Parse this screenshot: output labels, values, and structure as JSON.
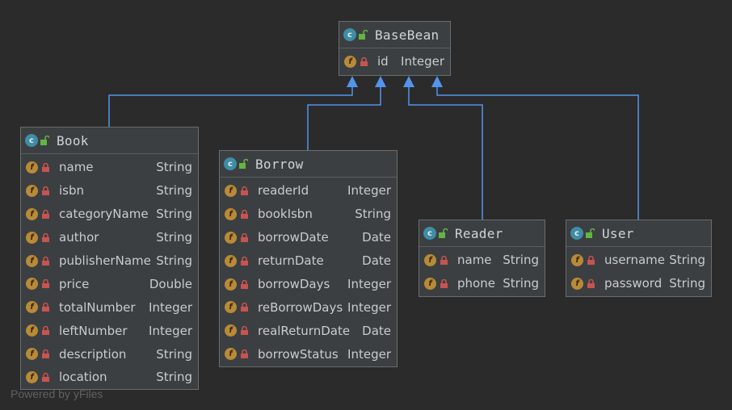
{
  "diagram": {
    "colors": {
      "background": "#2b2b2b",
      "class_fill": "#3c3f41",
      "edge": "#5394ec",
      "class_icon": "#3e8ea6",
      "field_icon": "#b98a37",
      "lock_icon": "#c75450",
      "unlock_icon": "#62b543"
    },
    "class_icon_letter": "c",
    "field_icon_letter": "f",
    "classes": {
      "basebean": {
        "name": "BaseBean",
        "fields": [
          {
            "name": "id",
            "type": "Integer"
          }
        ]
      },
      "book": {
        "name": "Book",
        "fields": [
          {
            "name": "name",
            "type": "String"
          },
          {
            "name": "isbn",
            "type": "String"
          },
          {
            "name": "categoryName",
            "type": "String"
          },
          {
            "name": "author",
            "type": "String"
          },
          {
            "name": "publisherName",
            "type": "String"
          },
          {
            "name": "price",
            "type": "Double"
          },
          {
            "name": "totalNumber",
            "type": "Integer"
          },
          {
            "name": "leftNumber",
            "type": "Integer"
          },
          {
            "name": "description",
            "type": "String"
          },
          {
            "name": "location",
            "type": "String"
          }
        ]
      },
      "borrow": {
        "name": "Borrow",
        "fields": [
          {
            "name": "readerId",
            "type": "Integer"
          },
          {
            "name": "bookIsbn",
            "type": "String"
          },
          {
            "name": "borrowDate",
            "type": "Date"
          },
          {
            "name": "returnDate",
            "type": "Date"
          },
          {
            "name": "borrowDays",
            "type": "Integer"
          },
          {
            "name": "reBorrowDays",
            "type": "Integer"
          },
          {
            "name": "realReturnDate",
            "type": "Date"
          },
          {
            "name": "borrowStatus",
            "type": "Integer"
          }
        ]
      },
      "reader": {
        "name": "Reader",
        "fields": [
          {
            "name": "name",
            "type": "String"
          },
          {
            "name": "phone",
            "type": "String"
          }
        ]
      },
      "user": {
        "name": "User",
        "fields": [
          {
            "name": "username",
            "type": "String"
          },
          {
            "name": "password",
            "type": "String"
          }
        ]
      }
    },
    "inheritance": [
      {
        "from": "Book",
        "to": "BaseBean"
      },
      {
        "from": "Borrow",
        "to": "BaseBean"
      },
      {
        "from": "Reader",
        "to": "BaseBean"
      },
      {
        "from": "User",
        "to": "BaseBean"
      }
    ],
    "watermark": "Powered by yFiles"
  }
}
